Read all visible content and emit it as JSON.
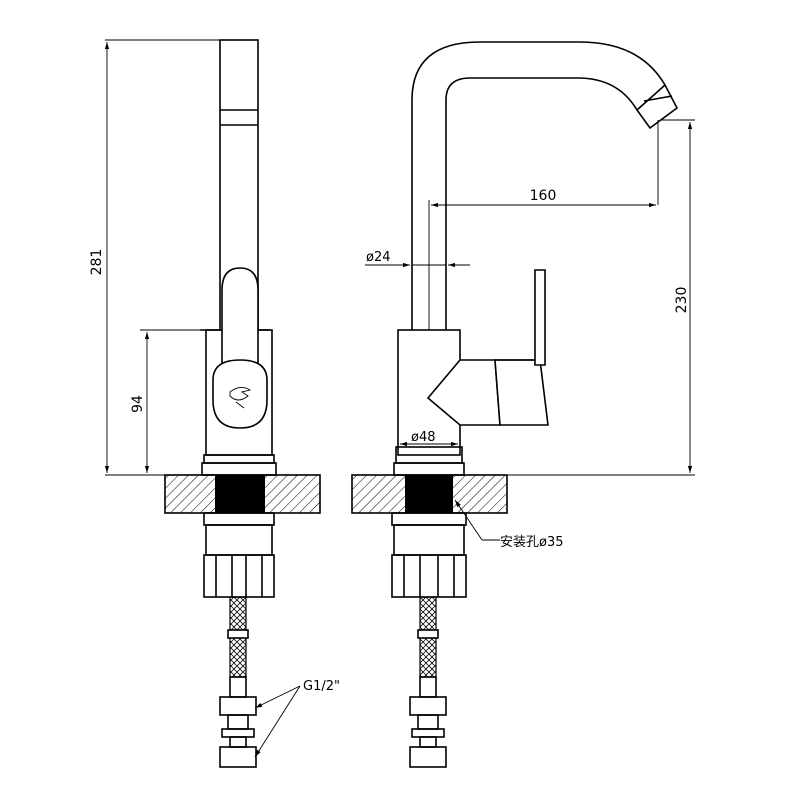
{
  "dimensions": {
    "height_total": "281",
    "body_height": "94",
    "spout_reach": "160",
    "spout_height": "230",
    "spout_diameter": "ø24",
    "base_diameter": "ø48",
    "install_hole": "安装孔ø35",
    "thread": "G1/2\""
  },
  "colors": {
    "line": "#000000",
    "background": "#ffffff"
  }
}
